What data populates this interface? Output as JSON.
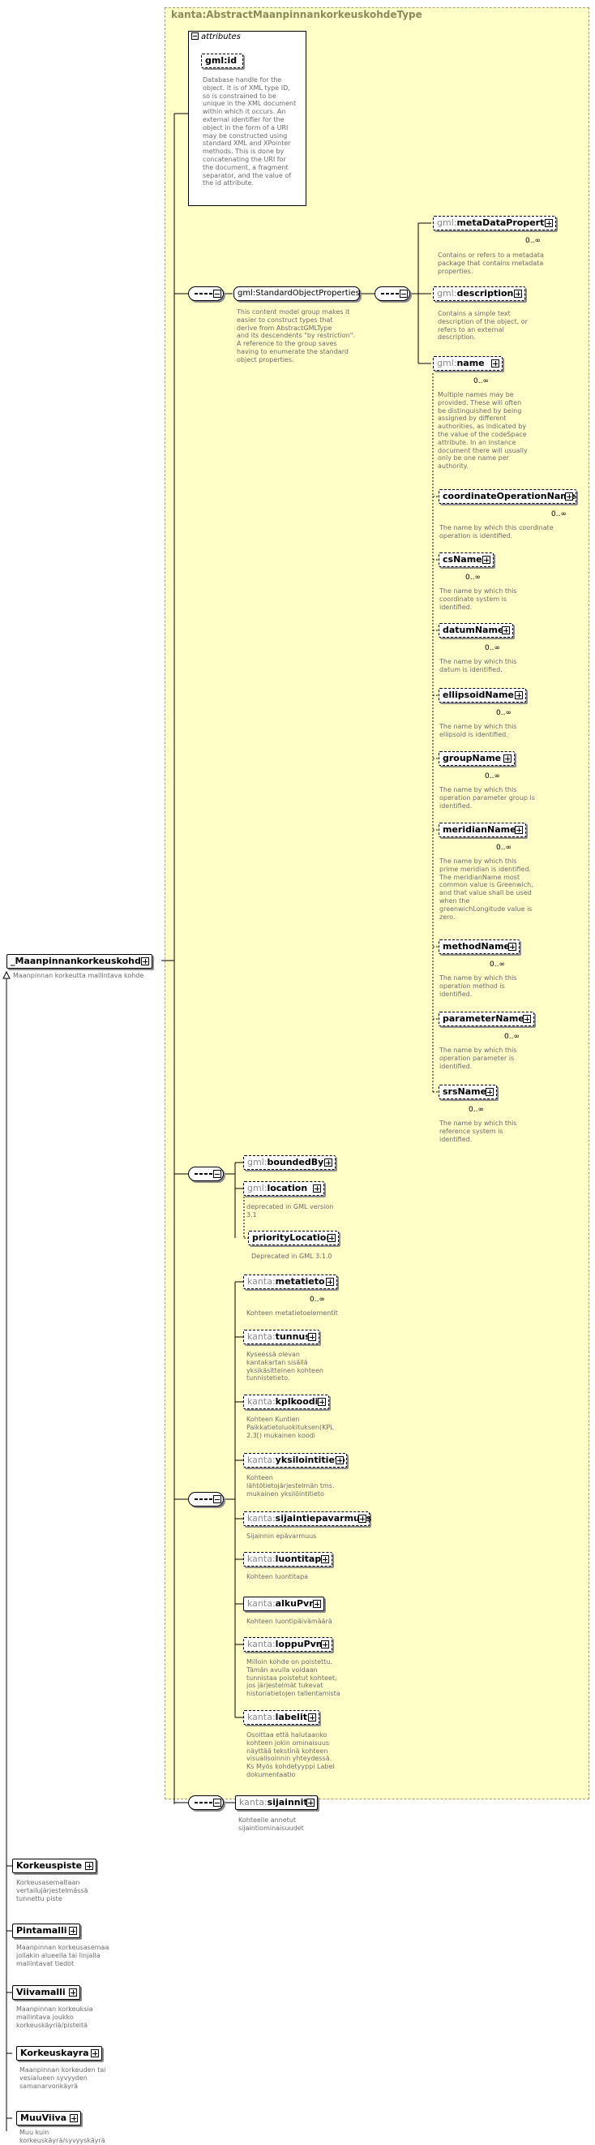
{
  "diagram": {
    "frame_title": "kanta:AbstractMaanpinnankorkeuskohdeType",
    "attributes_label": "attributes",
    "root": {
      "name": "_Maanpinnankorkeuskohde",
      "desc": "Maanpinnan korkeutta mallintava kohde"
    },
    "gml_id": {
      "name": "gml:id",
      "desc": "Database handle for the\nobject.  It is of XML type ID,\nso is constrained to be\nunique in the XML document\nwithin which it occurs.  An\nexternal identifier for the\nobject in the form of a URI\nmay be constructed using\nstandard XML and XPointer\nmethods.  This is done by\nconcatenating the URI for\nthe document, a fragment\nseparator, and the value of\nthe id attribute."
    },
    "standard_group": {
      "name": "gml:StandardObjectProperties",
      "desc": "This content model group makes it\neasier to construct types that\nderive from AbstractGMLType\nand its descendents \"by restriction\".\n   A reference to the group saves\nhaving to enumerate the standard\nobject properties."
    },
    "gml_elements": [
      {
        "prefix": "gml:",
        "name": "metaDataProperty",
        "mult": "0..∞",
        "desc": "Contains or refers to a metadata\npackage that contains metadata\nproperties."
      },
      {
        "prefix": "gml:",
        "name": "description",
        "mult": "",
        "desc": "Contains a simple text\ndescription of the object, or\nrefers to an external\ndescription."
      },
      {
        "prefix": "gml:",
        "name": "name",
        "mult": "0..∞",
        "desc": "Multiple names may be\nprovided.  These will often\nbe distinguished by being\nassigned by different\nauthorities, as indicated by\nthe value of the codeSpace\nattribute.  In an instance\ndocument there will usually\nonly be one name per\nauthority."
      }
    ],
    "name_substitutions": [
      {
        "name": "coordinateOperationName",
        "mult": "0..∞",
        "desc": "The name by which this coordinate\noperation is identified."
      },
      {
        "name": "csName",
        "mult": "0..∞",
        "desc": "The name by which this\ncoordinate system is\nidentified."
      },
      {
        "name": "datumName",
        "mult": "0..∞",
        "desc": "The name by which this\ndatum is identified."
      },
      {
        "name": "ellipsoidName",
        "mult": "0..∞",
        "desc": "The name by which this\nellipsoid is identified."
      },
      {
        "name": "groupName",
        "mult": "0..∞",
        "desc": "The name by which this\noperation parameter group is\nidentified."
      },
      {
        "name": "meridianName",
        "mult": "0..∞",
        "desc": "The name by which this\nprime meridian is identified.\nThe meridianName most\ncommon value is Greenwich,\nand that value shall be used\nwhen the\ngreenwichLongitude value is\nzero."
      },
      {
        "name": "methodName",
        "mult": "0..∞",
        "desc": "The name by which this\noperation method is\nidentified."
      },
      {
        "name": "parameterName",
        "mult": "0..∞",
        "desc": "The name by which this\noperation parameter is\nidentified."
      },
      {
        "name": "srsName",
        "mult": "0..∞",
        "desc": "The name by which this\nreference system is\nidentified."
      }
    ],
    "bounded": {
      "bounded_by": {
        "prefix": "gml:",
        "name": "boundedBy"
      },
      "location": {
        "prefix": "gml:",
        "name": "location",
        "desc": "deprecated in GML version\n3.1"
      },
      "priority": {
        "prefix": "gml:",
        "name": "priorityLocation",
        "desc": "Deprecated in GML 3.1.0"
      }
    },
    "kanta_elements": [
      {
        "prefix": "kanta:",
        "name": "metatieto",
        "mult": "0..∞",
        "desc": "Kohteen metatietoelementit"
      },
      {
        "prefix": "kanta:",
        "name": "tunnus",
        "mult": "",
        "desc": "Kyseessä olevan\nkantakartan sisällä\nyksikäsitteinen kohteen\ntunnistetieto."
      },
      {
        "prefix": "kanta:",
        "name": "kplkoodi",
        "mult": "",
        "desc": "Kohteen Kuntien\nPaikkatietoluokituksen(KPL\n2.3[) mukainen koodi"
      },
      {
        "prefix": "kanta:",
        "name": "yksilointitieto",
        "mult": "",
        "desc": "Kohteen\nlähtötietojärjestelmän  tms.\nmukainen yksilöintitieto"
      },
      {
        "prefix": "kanta:",
        "name": "sijaintiepavarmuus",
        "mult": "",
        "desc": "Sijainnin epävarmuus"
      },
      {
        "prefix": "kanta:",
        "name": "luontitapa",
        "mult": "",
        "desc": "Kohteen luontitapa"
      },
      {
        "prefix": "kanta:",
        "name": "alkuPvm",
        "mult": "",
        "desc": "Kohteen luontipäivämäärä"
      },
      {
        "prefix": "kanta:",
        "name": "loppuPvm",
        "mult": "",
        "desc": "Milloin kohde on poistettu.\nTämän avulla voidaan\ntunnistaa poistetut kohteet,\njos järjestelmät tukevat\nhistoriatietojen tallentamista"
      },
      {
        "prefix": "kanta:",
        "name": "labelit",
        "mult": "",
        "desc": "Osoittaa että halutaanko\nkohteen jokin ominaisuus\nnäyttää tekstinä kohteen\nvisualisoinnin yhteydessä.\n Ks Myös kohdetyyppi Label\ndokumentaatio"
      }
    ],
    "sijainnit": {
      "prefix": "kanta:",
      "name": "sijainnit",
      "desc": "Kohteelle annetut\nsijaintiominaisuudet"
    },
    "subtypes": [
      {
        "name": "Korkeuspiste",
        "desc": "Korkeusasemaltaan\nvertailujärjestelmässä\ntunnettu piste"
      },
      {
        "name": "Pintamalli",
        "desc": "Maanpinnan korkeusasemaa\njollakin alueella tai linjalla\nmallintavat tiedot"
      },
      {
        "name": "Viivamalli",
        "desc": "Maanpinnan korkeuksia\nmallintava joukko\nkorkeuskäyriä/pisteitä"
      },
      {
        "name": "Korkeuskayra",
        "desc": "Maanpinnan korkeuden tai\nvesialueen syvyyden\nsamanarvonkäyrä"
      },
      {
        "name": "MuuViiva",
        "desc": "Muu kuin\nkorkeuskäyrä/syvyyskäyrä"
      }
    ]
  }
}
